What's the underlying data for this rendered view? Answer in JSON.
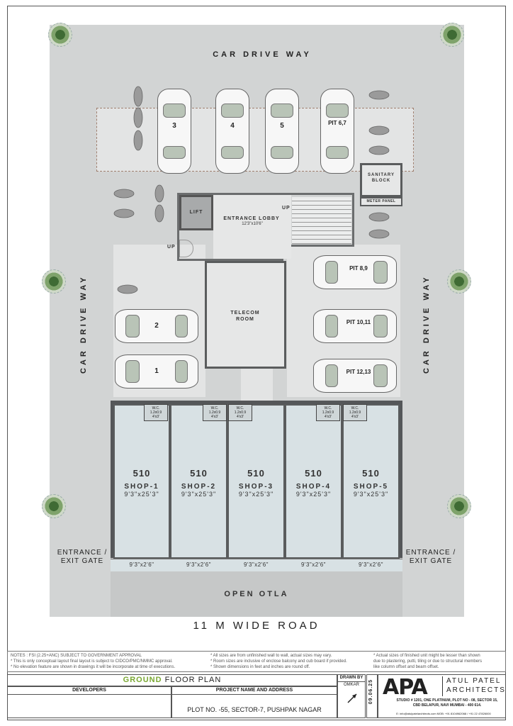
{
  "roads": {
    "top": "CAR DRIVE WAY",
    "left": "CAR DRIVE WAY",
    "right": "CAR DRIVE WAY",
    "bottom": "11 M WIDE ROAD"
  },
  "rooms": {
    "lift": "LIFT",
    "lobby_name": "ENTRANCE LOBBY",
    "lobby_size": "12'3\"x10'6\"",
    "telecom": "TELECOM ROOM",
    "sanitary": "SANITARY BLOCK",
    "meter": "METER PANEL",
    "up1": "UP",
    "up2": "UP"
  },
  "parking": {
    "top": [
      "3",
      "4",
      "5",
      "PIT 6,7"
    ],
    "right": [
      "PIT 8,9",
      "PIT 10,11",
      "PIT 12,13"
    ],
    "left": [
      "2",
      "1"
    ]
  },
  "shops": [
    {
      "area": "510",
      "name": "SHOP-1",
      "size": "9'3\"x25'3\"",
      "otla": "9'3\"x2'6\""
    },
    {
      "area": "510",
      "name": "SHOP-2",
      "size": "9'3\"x25'3\"",
      "otla": "9'3\"x2'6\""
    },
    {
      "area": "510",
      "name": "SHOP-3",
      "size": "9'3\"x25'3\"",
      "otla": "9'3\"x2'6\""
    },
    {
      "area": "510",
      "name": "SHOP-4",
      "size": "9'3\"x25'3\"",
      "otla": "9'3\"x2'6\""
    },
    {
      "area": "510",
      "name": "SHOP-5",
      "size": "9'3\"x25'3\"",
      "otla": "9'3\"x2'6\""
    }
  ],
  "wc": [
    {
      "label": "W.C.",
      "size": "1.2x0.9",
      "ft": "4'x3'"
    },
    {
      "label": "W.C.",
      "size": "1.2x0.9",
      "ft": "4'x3'"
    },
    {
      "label": "W.C.",
      "size": "1.2x0.9",
      "ft": "4'x3'"
    },
    {
      "label": "W.C.",
      "size": "1.2x0.9",
      "ft": "4'x3'"
    },
    {
      "label": "W.C.",
      "size": "1.2x0.9",
      "ft": "4'x3'"
    }
  ],
  "gates": {
    "left": "ENTRANCE / EXIT GATE",
    "right": "ENTRANCE / EXIT GATE"
  },
  "otla": "OPEN OTLA",
  "notes": {
    "col1": [
      "NOTES : FSI (2.25+ANC) SUBJECT TO GOVERNMENT APPROVAL",
      "* This is only conceptual layout final layout is subject to CIDCO/PMC/NMMC approval.",
      "* No elevation feature are shown in drawings it will be incorporate at time of executions."
    ],
    "col2": [
      "* All sizes are from unfinished wall to wall, actual sizes may vary.",
      "* Room sizes are inclusive of enclose balcony and cub board if provided.",
      "* Shown dimensions in feet and inches are round off."
    ],
    "col3": [
      "* Actual sizes of finished unit might be lesser than shown",
      "due to plastering, putti, tiling or due to structural members",
      "like column offset and beam offset."
    ]
  },
  "title_block": {
    "plan_word1": "GROUND",
    "plan_word2": "FLOOR PLAN",
    "developers": "DEVELOPERS",
    "project": "PROJECT NAME AND ADDRESS",
    "address": "PLOT NO. -55, SECTOR-7, PUSHPAK NAGAR",
    "drawn_by": "DRAWN BY",
    "drawn_name": "OMKAR",
    "date": "09.06.25",
    "logo": "APA",
    "firm1": "ATUL PATEL",
    "firm2": "ARCHITECTS",
    "studio1": "STUDIO # 1201, ONE PLATINUM, PLOT NO - 08, SECTOR 15,",
    "studio2": "CBD BELAPUR, NAVI MUMBAI - 400 614.",
    "contact": "E: info@atulpatelarchitects.com     MOB: +91 8104962068 / +91 22 47826000"
  },
  "colors": {
    "accent_green": "#7aa832",
    "wall": "#5a5c5d",
    "shop_fill": "#d8e1e4"
  }
}
